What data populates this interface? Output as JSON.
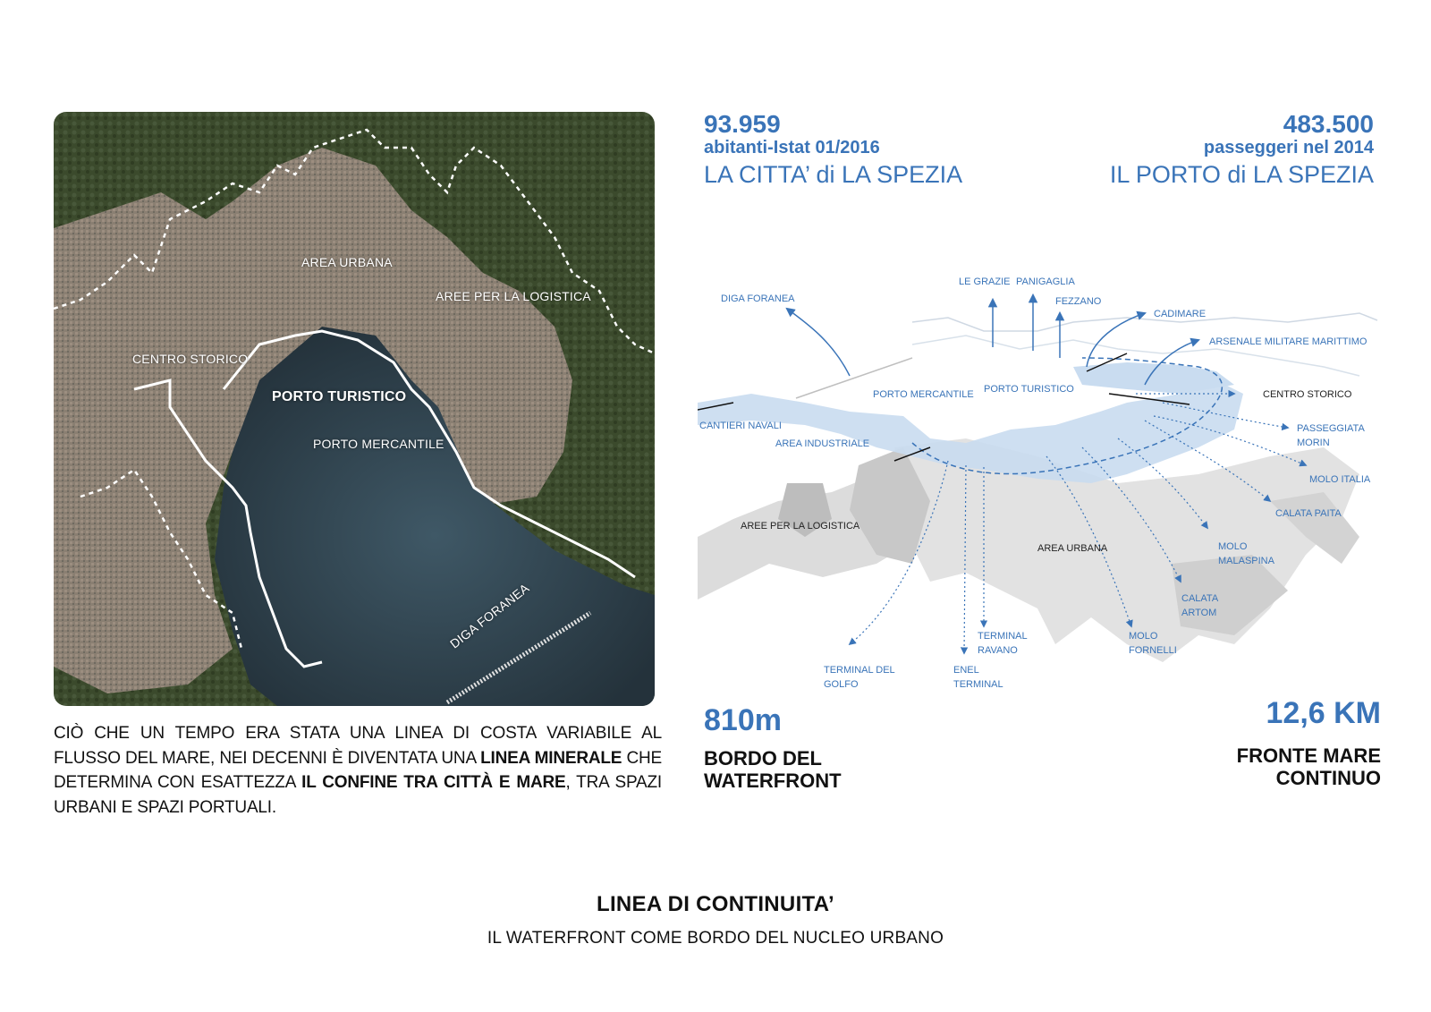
{
  "satellite": {
    "labels": {
      "area_urbana": "AREA URBANA",
      "aree_logistica": "AREE PER LA LOGISTICA",
      "centro_storico": "CENTRO STORICO",
      "porto_turistico": "PORTO TURISTICO",
      "porto_mercantile": "PORTO MERCANTILE",
      "diga_foranea": "DIGA FORANEA"
    }
  },
  "description": {
    "part1": "CIÒ CHE UN TEMPO ERA STATA UNA LINEA DI COSTA VARIABILE AL FLUSSO DEL MARE, NEI DECENNI È DIVENTATA UNA ",
    "bold1": "LINEA MINERALE",
    "part2": " CHE DETERMINA CON ESATTEZZA ",
    "bold2": "IL CONFINE TRA CITTÀ E MARE",
    "part3": ", TRA SPAZI URBANI E SPAZI PORTUALI."
  },
  "city": {
    "number": "93.959",
    "subtitle": "abitanti-Istat 01/2016",
    "title": "LA CITTA’ di LA SPEZIA"
  },
  "port": {
    "number": "483.500",
    "subtitle": "passeggeri nel 2014",
    "title": "IL PORTO di LA SPEZIA"
  },
  "diagram": {
    "labels": {
      "diga_foranea": "DIGA FORANEA",
      "le_grazie": "LE GRAZIE",
      "panigaglia": "PANIGAGLIA",
      "fezzano": "FEZZANO",
      "cadimare": "CADIMARE",
      "arsenale": "ARSENALE MILITARE MARITTIMO",
      "cantieri_navali": "CANTIERI NAVALI",
      "porto_mercantile": "PORTO MERCANTILE",
      "porto_turistico": "PORTO TURISTICO",
      "centro_storico": "CENTRO STORICO",
      "area_industriale": "AREA INDUSTRIALE",
      "passeggiata_1": "PASSEGGIATA",
      "passeggiata_2": "MORIN",
      "molo_italia": "MOLO ITALIA",
      "calata_paita": "CALATA PAITA",
      "aree_logistica": "AREE PER LA LOGISTICA",
      "area_urbana": "AREA URBANA",
      "molo_malaspina_1": "MOLO",
      "molo_malaspina_2": "MALASPINA",
      "calata_artom_1": "CALATA",
      "calata_artom_2": "ARTOM",
      "molo_fornelli_1": "MOLO",
      "molo_fornelli_2": "FORNELLI",
      "terminal_ravano_1": "TERMINAL",
      "terminal_ravano_2": "RAVANO",
      "enel_terminal_1": "ENEL",
      "enel_terminal_2": "TERMINAL",
      "terminal_golfo_1": "TERMINAL DEL",
      "terminal_golfo_2": "GOLFO"
    }
  },
  "metrics": {
    "left": {
      "value": "810m",
      "line1": "BORDO DEL",
      "line2": "WATERFRONT"
    },
    "right": {
      "value": "12,6 KM",
      "line1": "FRONTE MARE",
      "line2": "CONTINUO"
    }
  },
  "footer": {
    "title": "LINEA DI CONTINUITA’",
    "subtitle": "IL WATERFRONT COME BORDO DEL NUCLEO URBANO"
  },
  "colors": {
    "accent_blue": "#3a74b8",
    "water_light": "#c9dcf0",
    "land_grey": "#d9d9d9",
    "sea_dark": "#2a3a44",
    "vegetation": "#3d4a2e"
  }
}
